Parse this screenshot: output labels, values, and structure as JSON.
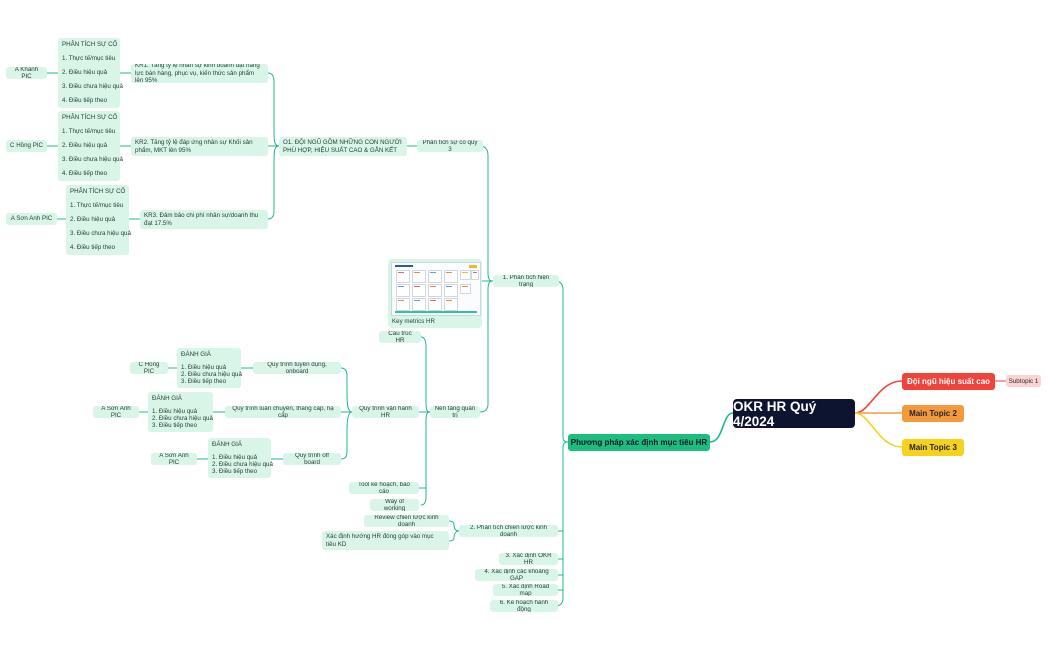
{
  "diagram": {
    "root": {
      "label": "OKR HR Quý 4/2024"
    },
    "right": {
      "team": {
        "label": "Đội ngũ hiệu suất cao",
        "subtopic": "Subtopic 1"
      },
      "topic2": {
        "label": "Main Topic 2"
      },
      "topic3": {
        "label": "Main Topic 3"
      }
    },
    "method": {
      "label": "Phương pháp xác định mục tiêu HR"
    },
    "steps": {
      "s1": {
        "label": "1. Phân tích hiện trạng"
      },
      "s2": {
        "label": "2. Phân tích chiến lược kinh doanh"
      },
      "s3": {
        "label": "3. Xác định OKR HR"
      },
      "s4": {
        "label": "4. Xác định các khoảng GAP"
      },
      "s5": {
        "label": "5. Xác định Road map"
      },
      "s6": {
        "label": "6. Kế hoạch hành động"
      }
    },
    "analysis": {
      "label": "Phân tích sự cố quý 3"
    },
    "objective": {
      "label": "O1. ĐỘI NGŨ GỒM NHỮNG CON NGƯỜI PHÙ HỢP, HIỆU SUẤT CAO & GẮN KẾT"
    },
    "krs": [
      {
        "label": "KR1. Tăng tỷ lệ nhân sự kinh doanh đạt năng lực bán hàng, phục vụ, kiến thức sản phẩm lên 95%",
        "pic": "A Khánh PIC"
      },
      {
        "label": "KR2. Tăng tỷ lệ đáp ứng nhân sự Khối sản phẩm, MKT lên 95%",
        "pic": "C Hồng PIC"
      },
      {
        "label": "KR3. Đảm bảo chi phí nhân sự/doanh thu đạt 17.5%",
        "pic": "A Sơn Anh PIC"
      }
    ],
    "incident": {
      "title": "PHÂN TÍCH SỰ CỐ",
      "items": [
        "1. Thực tế/mục tiêu",
        "2. Điều hiệu quả",
        "3. Điều chưa hiệu quả",
        "4. Điều tiếp theo"
      ]
    },
    "keymetrics": {
      "label": "Key metrics HR"
    },
    "foundation": {
      "label": "Nền tảng quản trị"
    },
    "structure": {
      "label": "Cấu trúc HR"
    },
    "operation": {
      "label": "Quy trình vận hành HR"
    },
    "processes": [
      {
        "label": "Quy trình tuyển dụng, onboard",
        "pic": "C Hồng PIC"
      },
      {
        "label": "Quy trình luân chuyển, thăng cấp, hạ cấp",
        "pic": "A Sơn Anh PIC"
      },
      {
        "label": "Quy trình off board",
        "pic": "A Sơn Anh PIC"
      }
    ],
    "evaluation": {
      "title": "ĐÁNH GIÁ",
      "items": [
        "1. Điều hiệu quả",
        "2. Điều chưa hiệu quả",
        "3. Điều tiếp theo"
      ]
    },
    "tools": {
      "label": "Tool kế hoạch, báo cáo"
    },
    "way": {
      "label": "Way of working"
    },
    "strategy": {
      "review": "Review chiến lược kinh doanh",
      "contribution": "Xác định hướng HR đóng góp vào mục tiêu KD"
    },
    "colors": {
      "root": "#0d1430",
      "method": "#1dbd7c",
      "node_fill": "#d9f5e8",
      "node_text": "#1f3d33",
      "link": "#23b989",
      "team": "#f1423b",
      "topic2": "#f59a3b",
      "topic3": "#f6d21e",
      "subtopic": "#fcd3d1"
    }
  }
}
